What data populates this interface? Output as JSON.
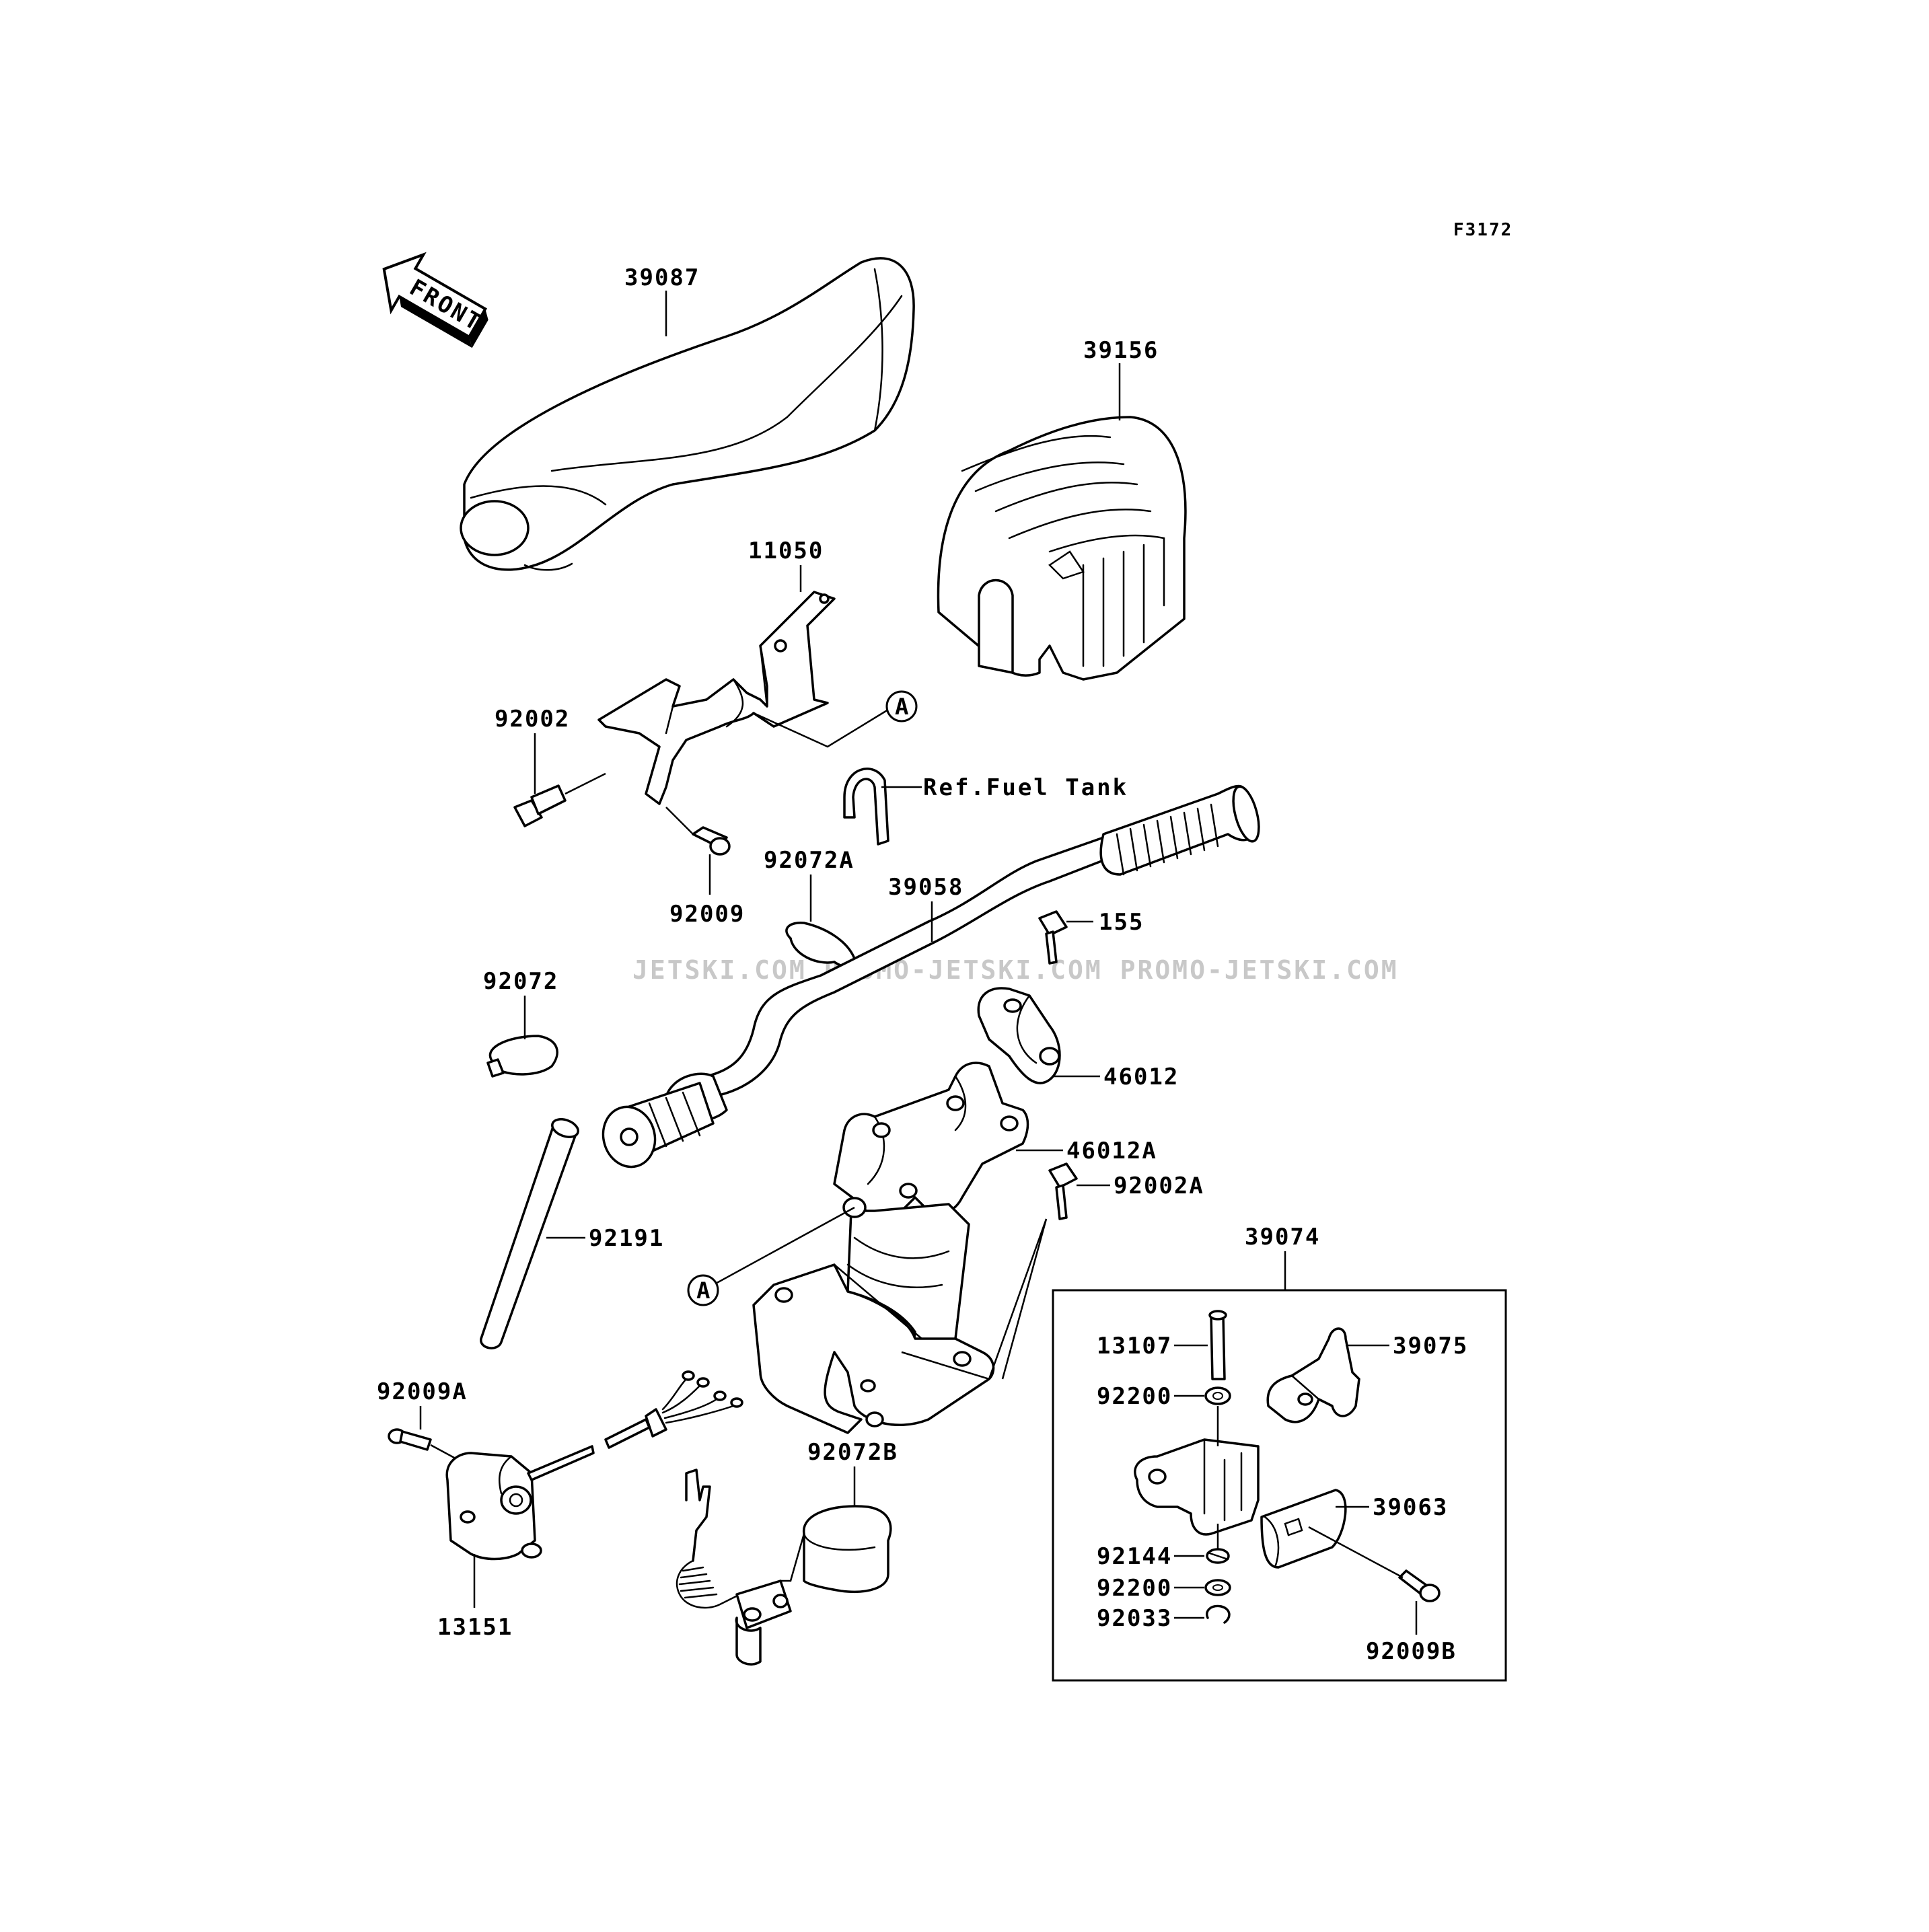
{
  "figure_id": "F3172",
  "front_arrow_label": "FRONT",
  "watermark": "JETSKI.COM  PROMO-JETSKI.COM  PROMO-JETSKI.COM",
  "ref_marker": "A",
  "callouts": {
    "p39087": "39087",
    "p39156": "39156",
    "p11050": "11050",
    "p92002": "92002",
    "p92009": "92009",
    "p92072A": "92072A",
    "p39058": "39058",
    "p155": "155",
    "p92072": "92072",
    "p46012": "46012",
    "p46012A": "46012A",
    "p92002A": "92002A",
    "p92191": "92191",
    "p39074": "39074",
    "p13107": "13107",
    "p39075": "39075",
    "p92200_1": "92200",
    "p39063": "39063",
    "p92144": "92144",
    "p92200_2": "92200",
    "p92033": "92033",
    "p92009B": "92009B",
    "p92009A": "92009A",
    "p13151": "13151",
    "p92072B": "92072B",
    "ref_fuel_tank": "Ref.Fuel Tank"
  }
}
